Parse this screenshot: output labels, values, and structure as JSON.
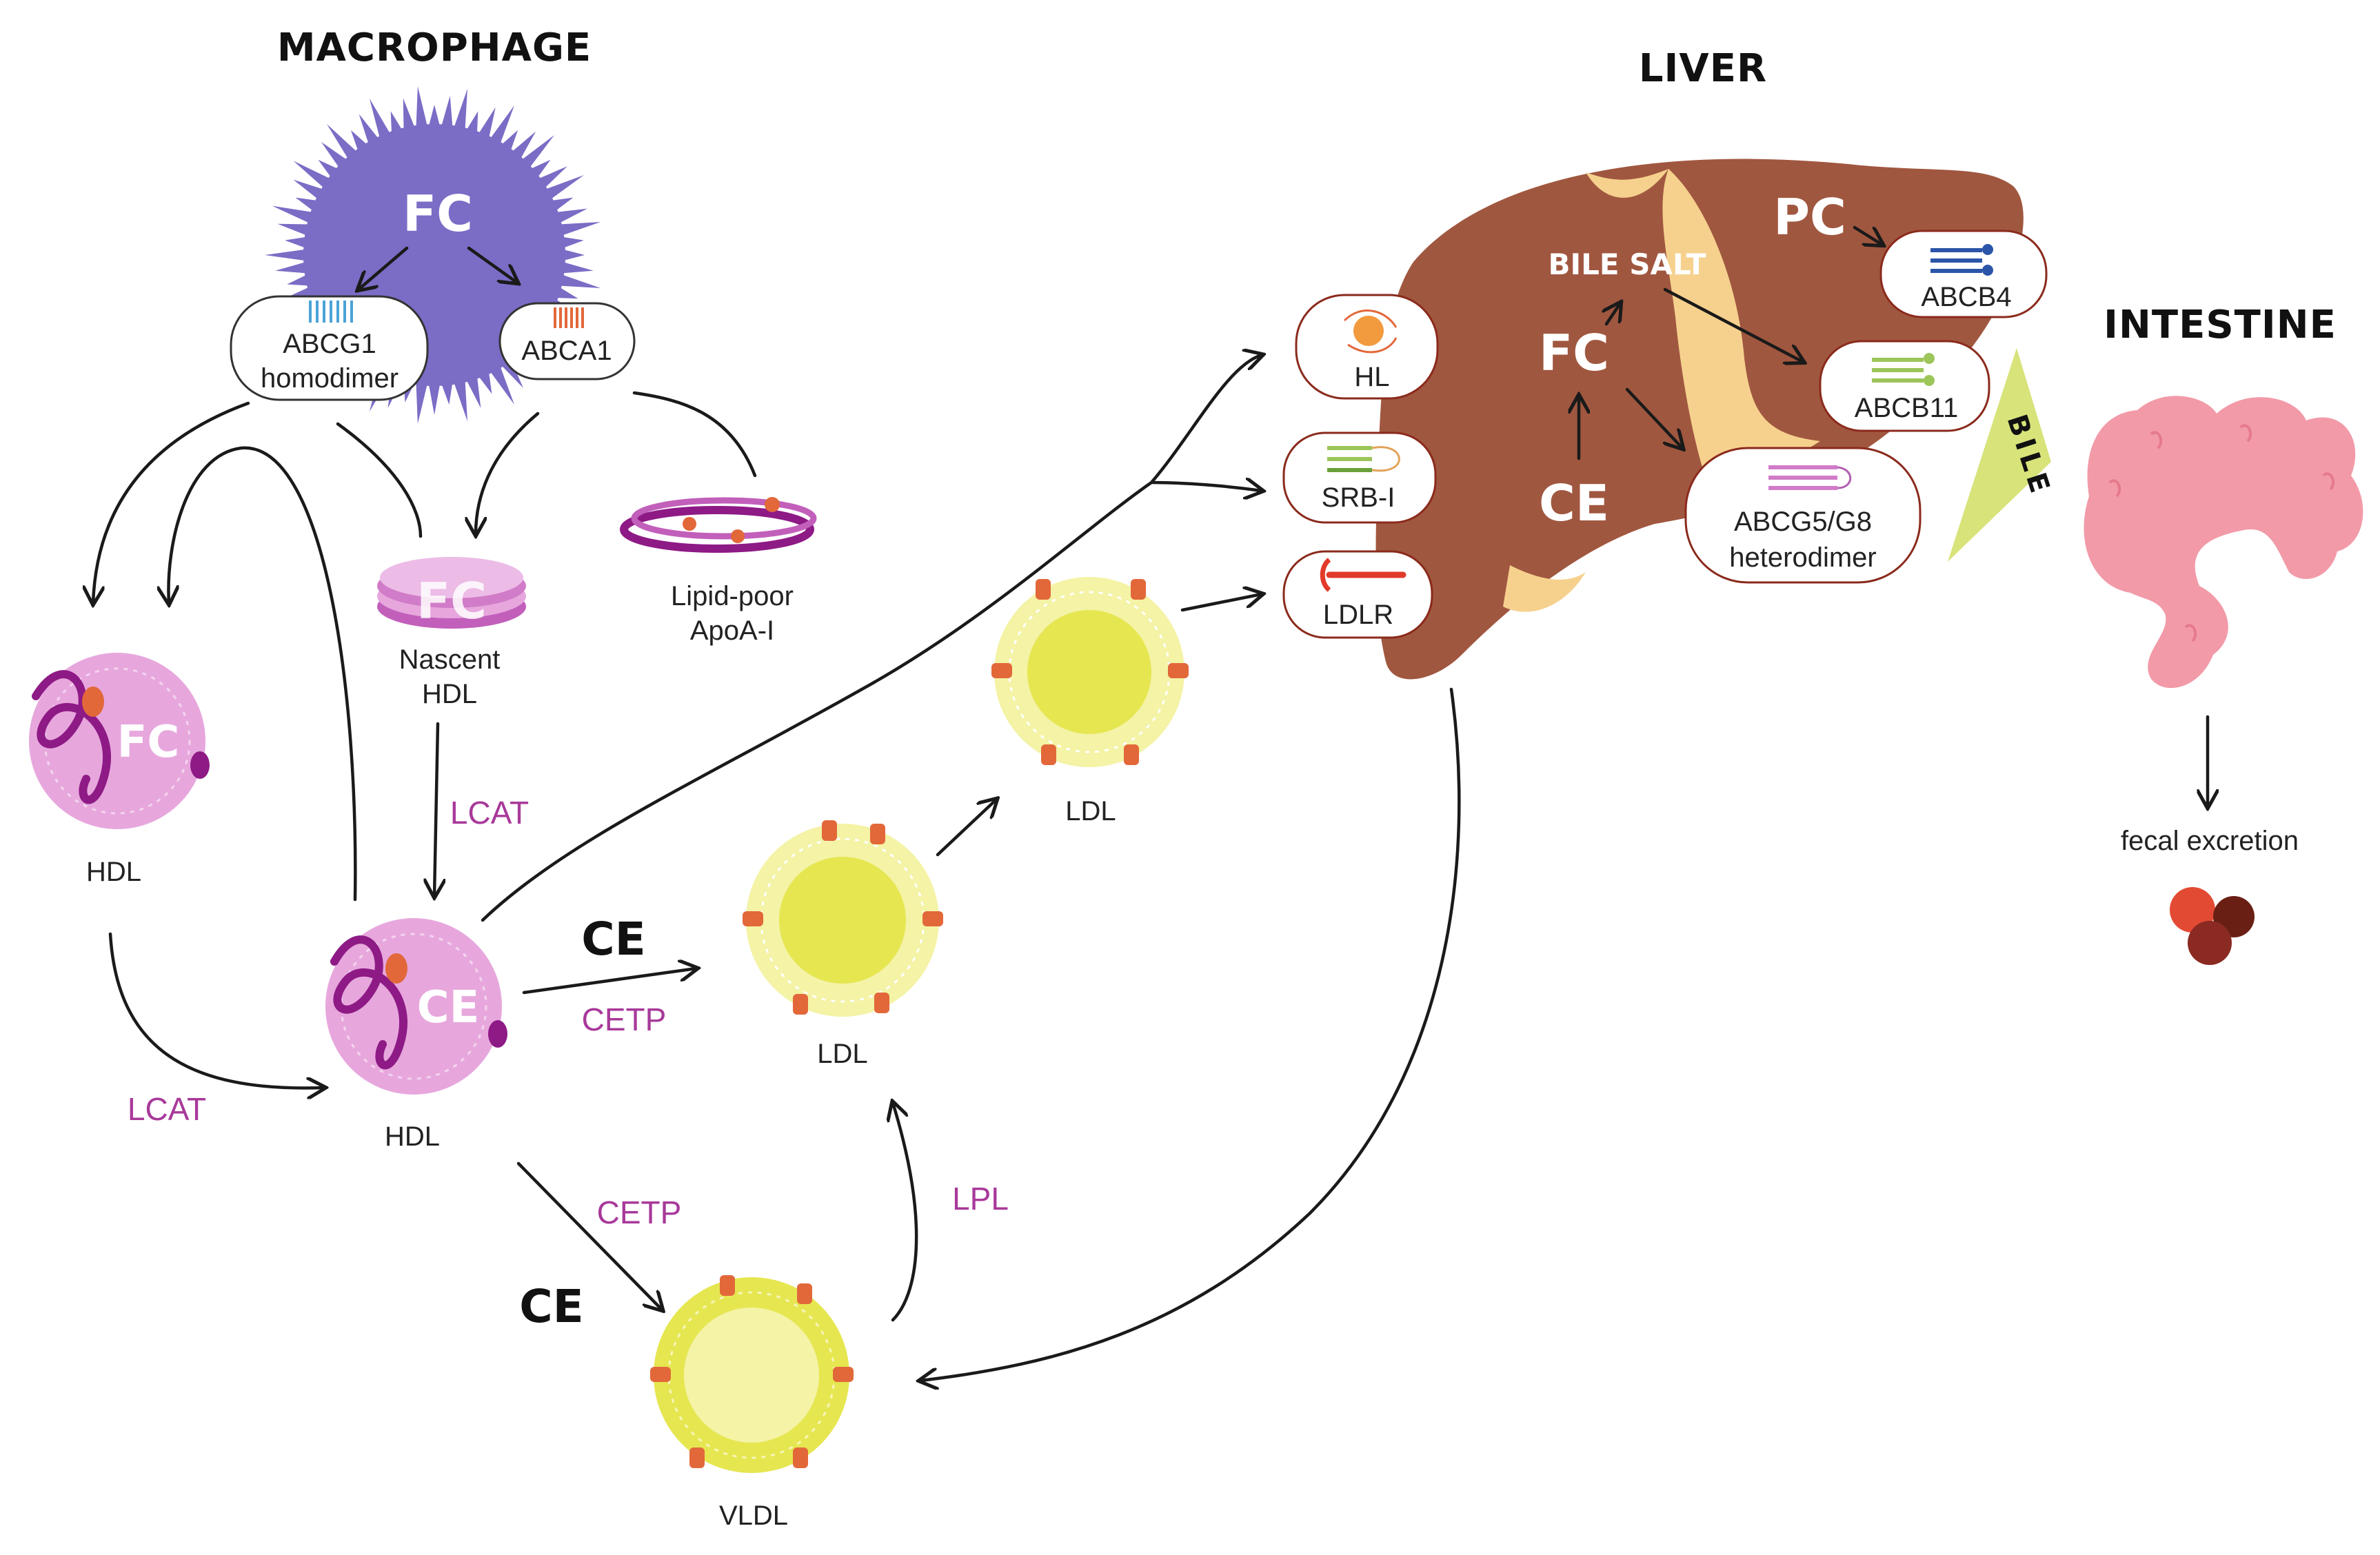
{
  "headings": {
    "macrophage": "MACROPHAGE",
    "liver": "LIVER",
    "intestine": "INTESTINE"
  },
  "macrophage": {
    "fc": "FC",
    "abcg1_line1": "ABCG1",
    "abcg1_line2": "homodimer",
    "abca1": "ABCA1"
  },
  "particles": {
    "nascent_fc": "FC",
    "nascent_line1": "Nascent",
    "nascent_line2": "HDL",
    "apoa_line1": "Lipid-poor",
    "apoa_line2": "ApoA-I",
    "hdl_fc_inner": "FC",
    "hdl_left": "HDL",
    "hdl_ce_inner": "CE",
    "hdl_center": "HDL",
    "ldl_mid": "LDL",
    "ldl_top": "LDL",
    "vldl": "VLDL"
  },
  "flows": {
    "lcat_top": "LCAT",
    "lcat_bottom": "LCAT",
    "ce_right": "CE",
    "cetp_right": "CETP",
    "ce_down": "CE",
    "cetp_down": "CETP",
    "lpl": "LPL"
  },
  "liver": {
    "hl": "HL",
    "srb1": "SRB-I",
    "ldlr": "LDLR",
    "bile_salt": "BILE SALT",
    "fc": "FC",
    "ce": "CE",
    "pc": "PC",
    "abcb4": "ABCB4",
    "abcb11": "ABCB11",
    "abcg58_line1": "ABCG5/G8",
    "abcg58_line2": "heterodimer",
    "bile": "BILE"
  },
  "intestine": {
    "fecal": "fecal excretion"
  },
  "colors": {
    "macrophage": "#7b6cc6",
    "liver": "#a0573f",
    "liver_fat": "#f6d18e",
    "hdl": "#e7a7dd",
    "hdl_strand": "#8e1a86",
    "ldl": "#e6e651",
    "apo": "#e2683a",
    "intestine": "#f29aa8",
    "bile": "#d8e37a",
    "enzyme_text": "#a8399a"
  }
}
